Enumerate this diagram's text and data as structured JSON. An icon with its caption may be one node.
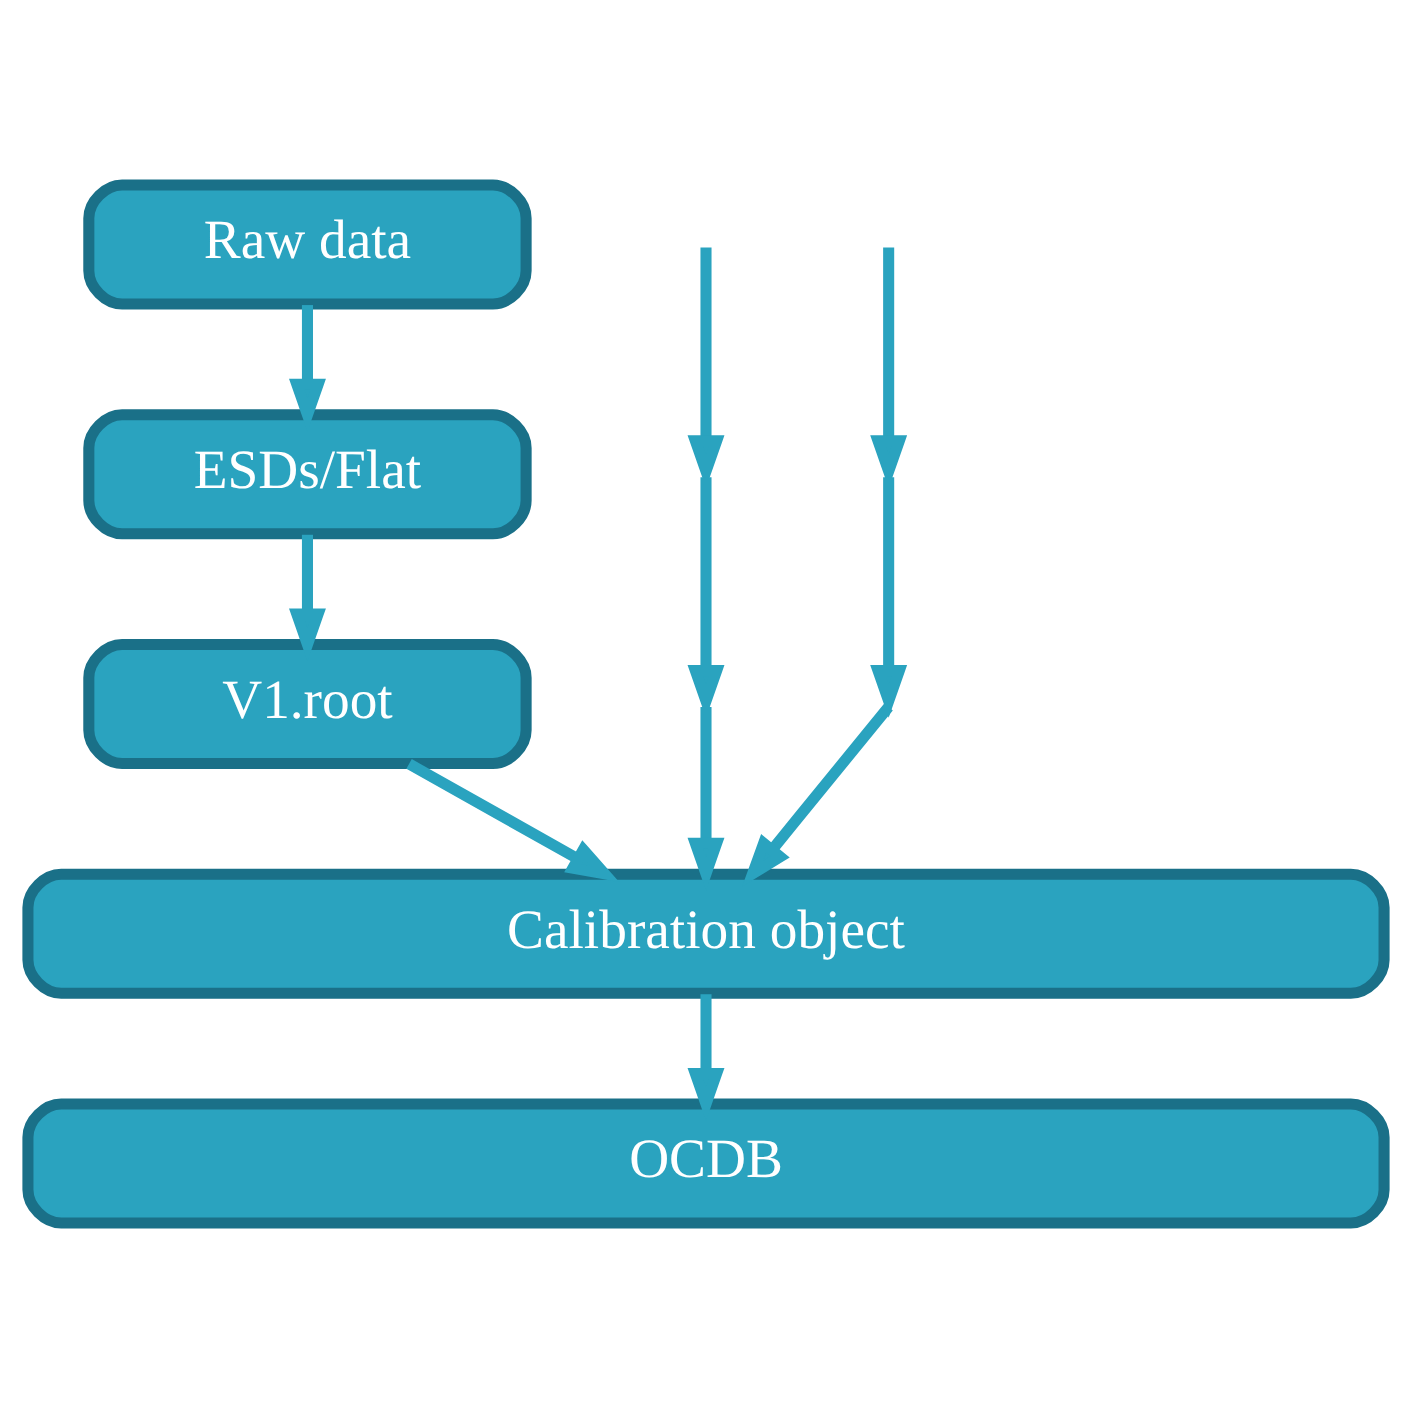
{
  "diagram": {
    "nodes": [
      {
        "text": [
          "Raw data"
        ]
      },
      {
        "text": [
          "ESDs/Flat"
        ]
      },
      {
        "text": [
          "V1.root"
        ]
      },
      {
        "text": [
          "Calibration object"
        ]
      },
      {
        "text": [
          "OCDB"
        ]
      }
    ],
    "edges": [
      {
        "from": 0,
        "to": 1,
        "arrow": "to"
      },
      {
        "from": 1,
        "to": 2,
        "arrow": "to"
      },
      {
        "from": 2,
        "to": 3,
        "arrow": "to"
      },
      {
        "from": null,
        "to": 3,
        "arrow": "to"
      },
      {
        "from": null,
        "to": 3,
        "arrow": "to"
      },
      {
        "from": 3,
        "to": 4,
        "arrow": "to"
      }
    ]
  }
}
